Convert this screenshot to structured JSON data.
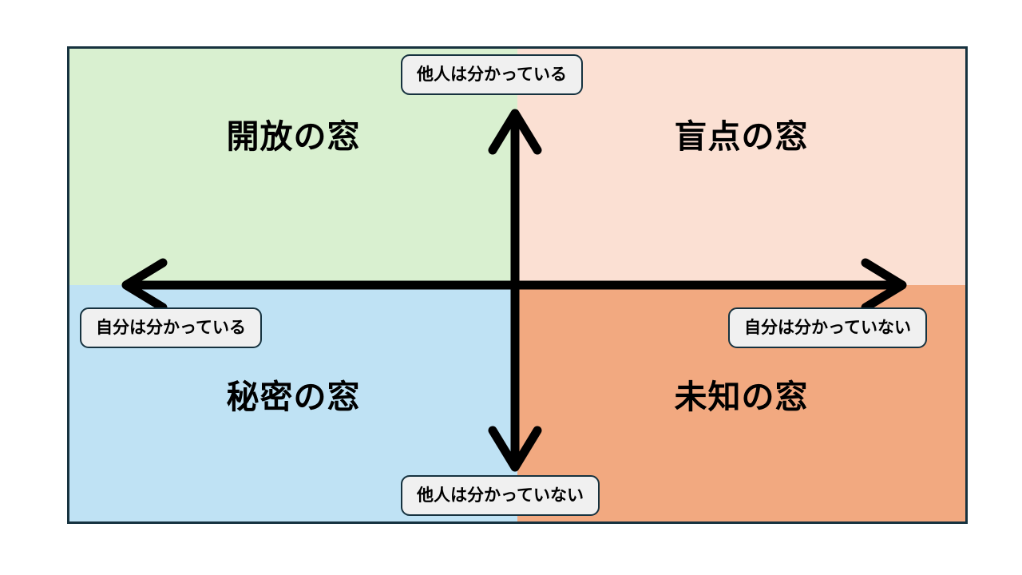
{
  "diagram": {
    "type": "johari-window",
    "frame_color": "#16323f",
    "axis_color": "#000000",
    "background": "#ffffff",
    "quadrants": [
      {
        "id": "open",
        "title": "開放の窓",
        "position": "top-left",
        "fill": "#d9f0d0",
        "self_known": true,
        "others_known": true
      },
      {
        "id": "blind",
        "title": "盲点の窓",
        "position": "top-right",
        "fill": "#fbe0d3",
        "self_known": false,
        "others_known": true
      },
      {
        "id": "hidden",
        "title": "秘密の窓",
        "position": "bottom-left",
        "fill": "#bfe2f4",
        "self_known": true,
        "others_known": false
      },
      {
        "id": "unknown",
        "title": "未知の窓",
        "position": "bottom-right",
        "fill": "#f2a980",
        "self_known": false,
        "others_known": false
      }
    ],
    "axis_labels": {
      "top": "他人は分かっている",
      "bottom": "他人は分かっていない",
      "left": "自分は分かっている",
      "right": "自分は分かっていない"
    },
    "label_box": {
      "fill": "#f0f0f0",
      "border_color": "#16323f"
    }
  }
}
